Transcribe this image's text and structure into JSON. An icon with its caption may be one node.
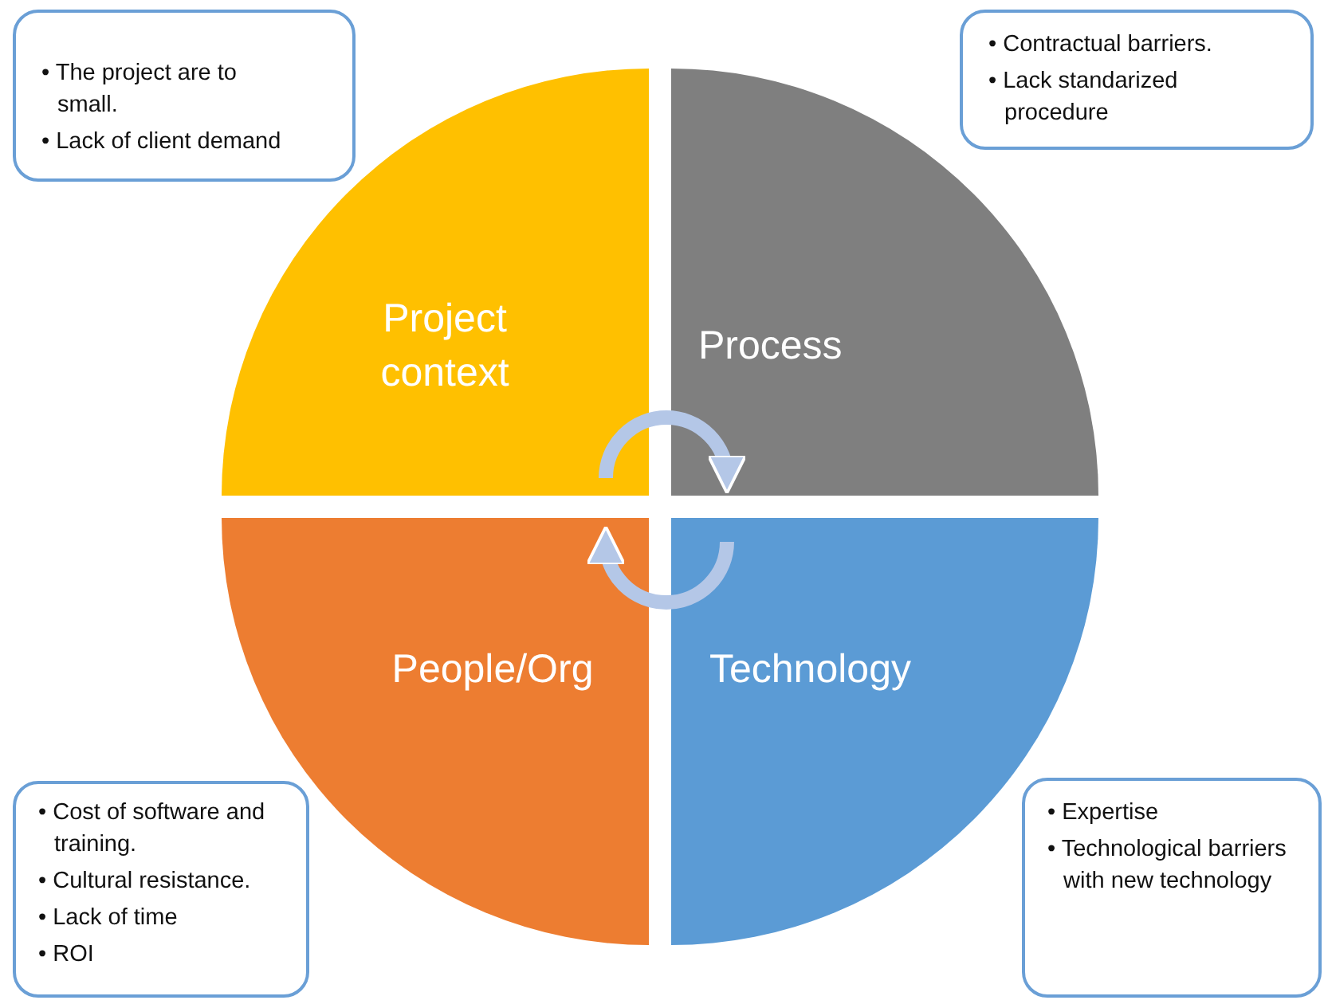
{
  "diagram": {
    "nodes": [
      {
        "text": [
          "• The project are to small.",
          "• Lack of client demand"
        ]
      },
      {
        "text": [
          "• Contractual barriers.",
          "• Lack standarized procedure"
        ]
      },
      {
        "text": [
          "Project context"
        ]
      },
      {
        "text": [
          "Process"
        ]
      },
      {
        "text": [
          "People/Org"
        ]
      },
      {
        "text": [
          "Technology"
        ]
      },
      {
        "text": [
          "• Cost of software and training.",
          "• Cultural resistance.",
          "• Lack of time",
          "• ROI"
        ]
      },
      {
        "text": [
          "• Expertise",
          "• Technological barriers with new technology"
        ]
      }
    ],
    "edges": [
      {
        "from": 2,
        "to": 3,
        "arrow": "to"
      },
      {
        "from": 5,
        "to": 4,
        "arrow": "to"
      }
    ]
  }
}
